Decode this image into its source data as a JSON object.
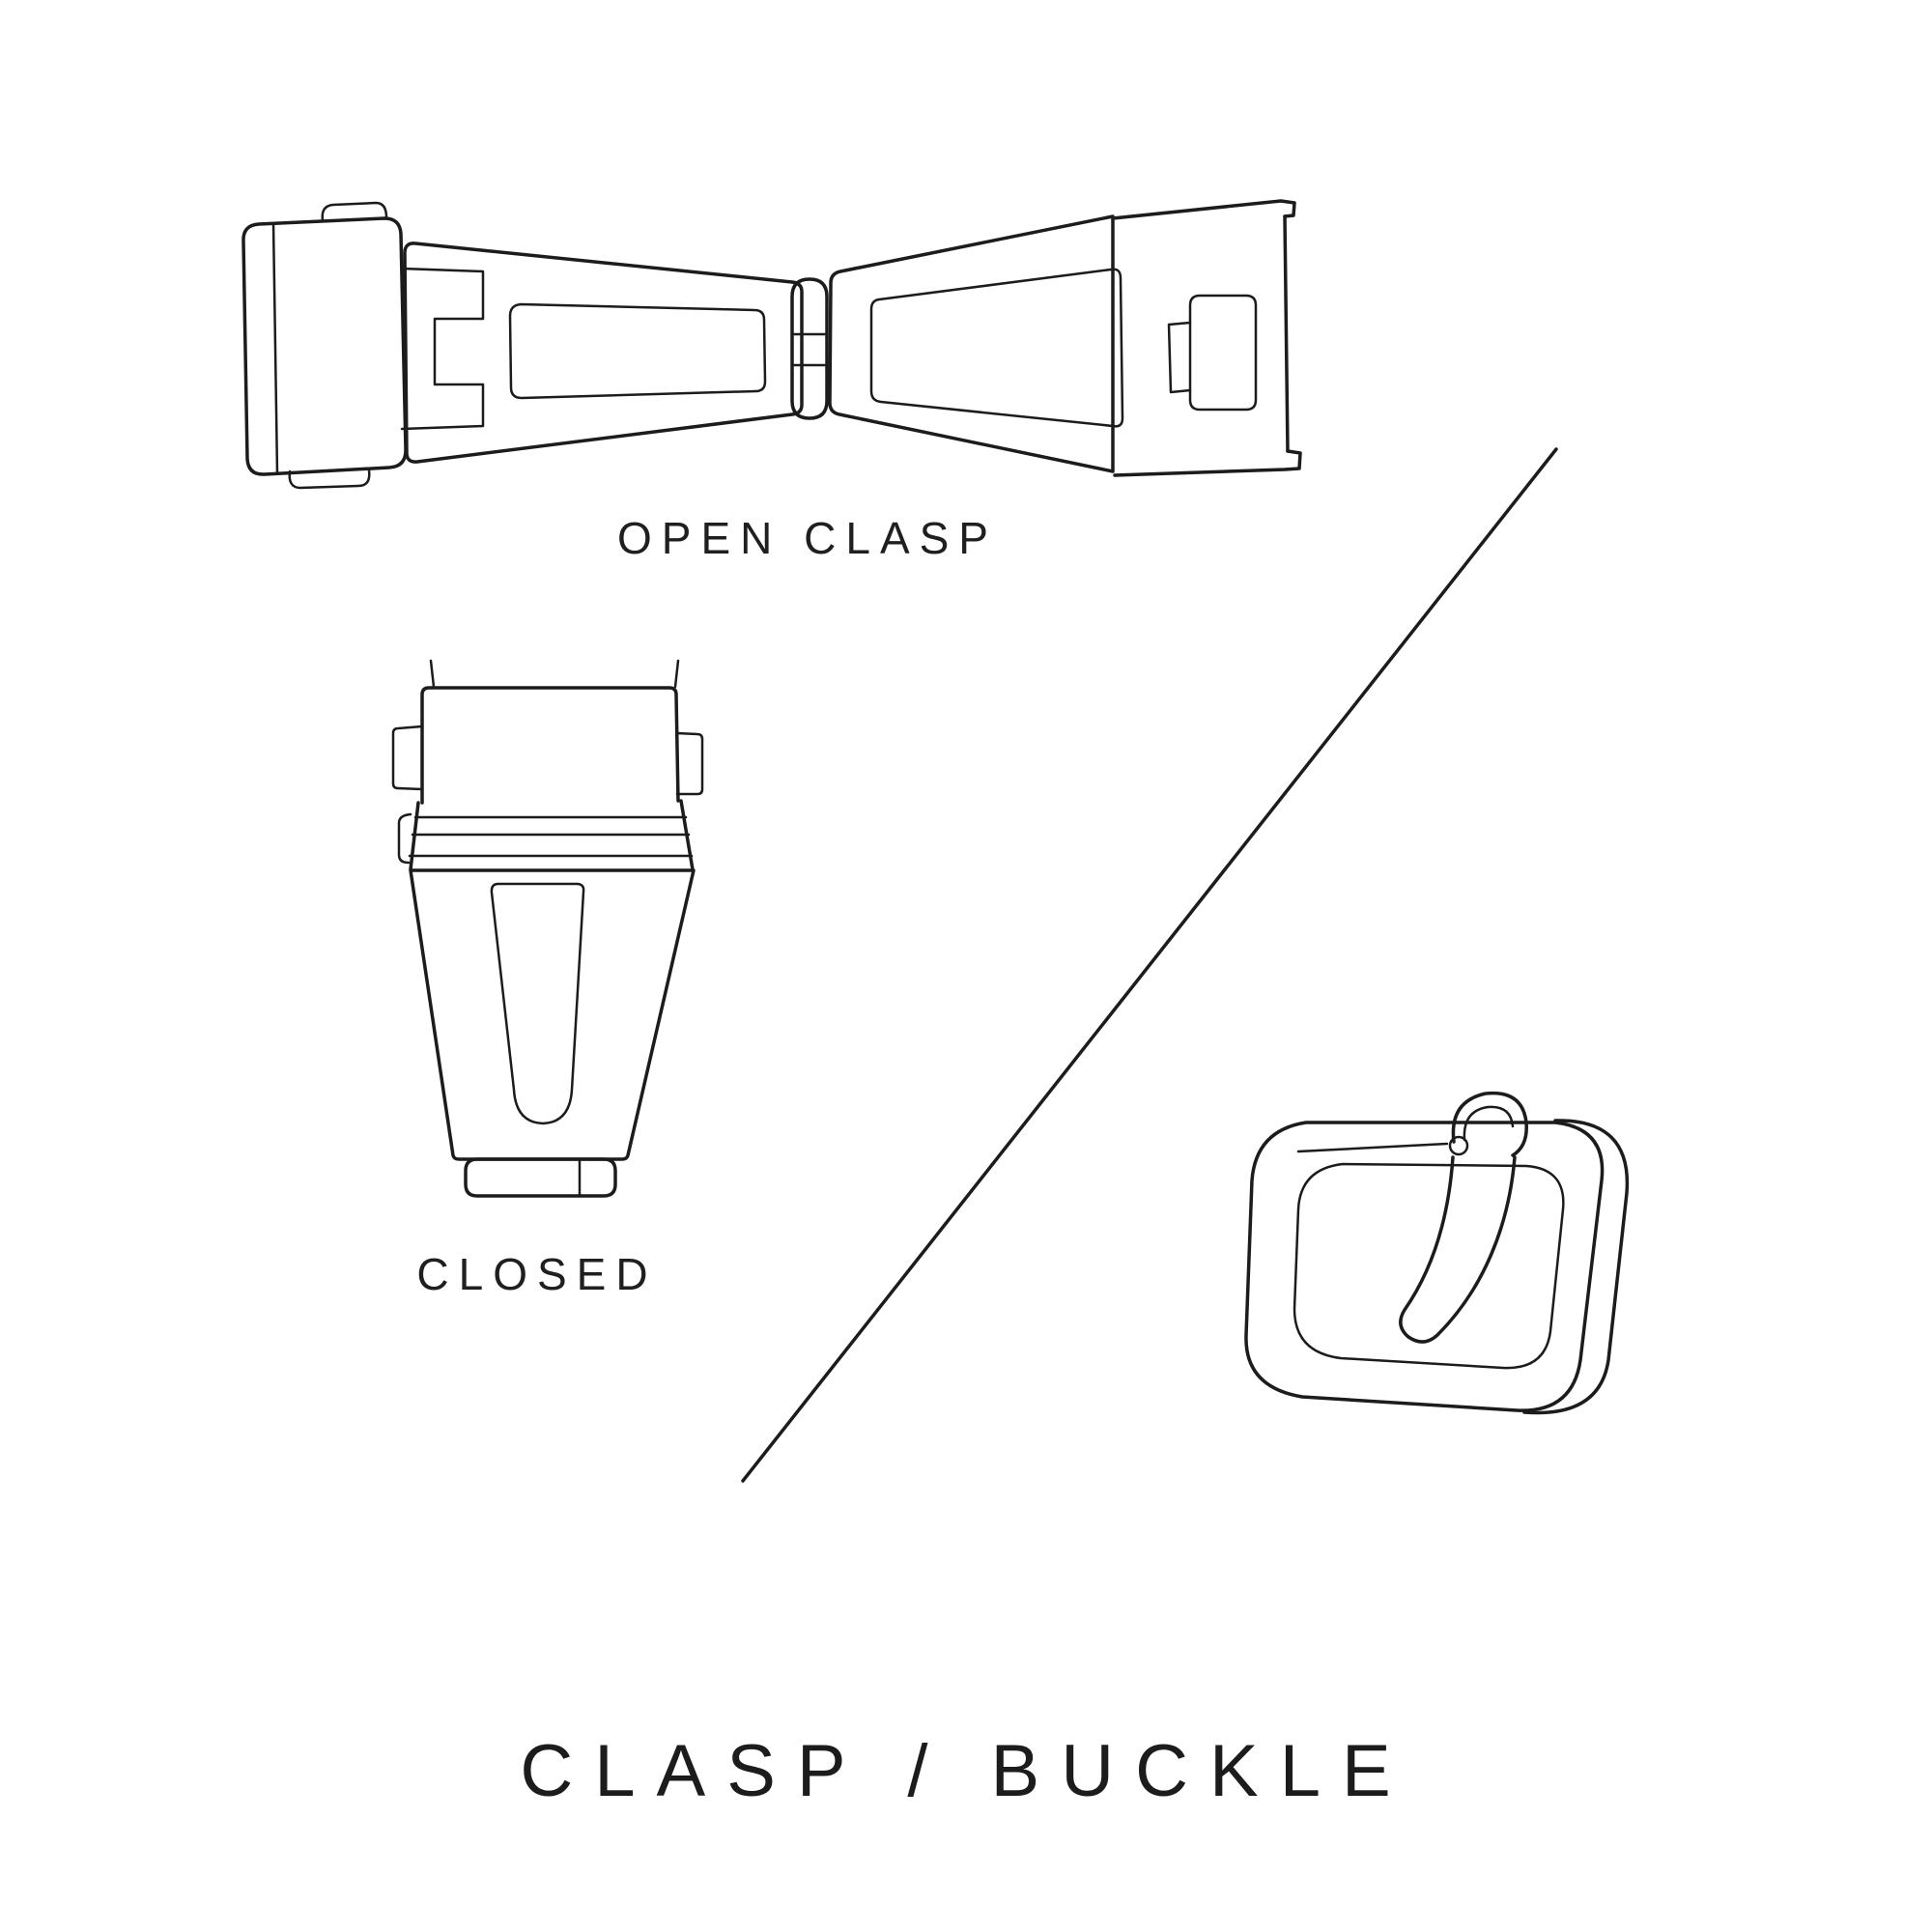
{
  "page": {
    "background_color": "#ffffff",
    "ink_color": "#1c1c1c"
  },
  "labels": {
    "open_clasp": "OPEN CLASP",
    "closed": "CLOSED",
    "title": "CLASP / BUCKLE"
  },
  "illustrations": [
    {
      "name": "open-clasp-illustration",
      "caption": "OPEN CLASP"
    },
    {
      "name": "closed-clasp-illustration",
      "caption": "CLOSED"
    },
    {
      "name": "buckle-illustration",
      "caption": ""
    }
  ]
}
